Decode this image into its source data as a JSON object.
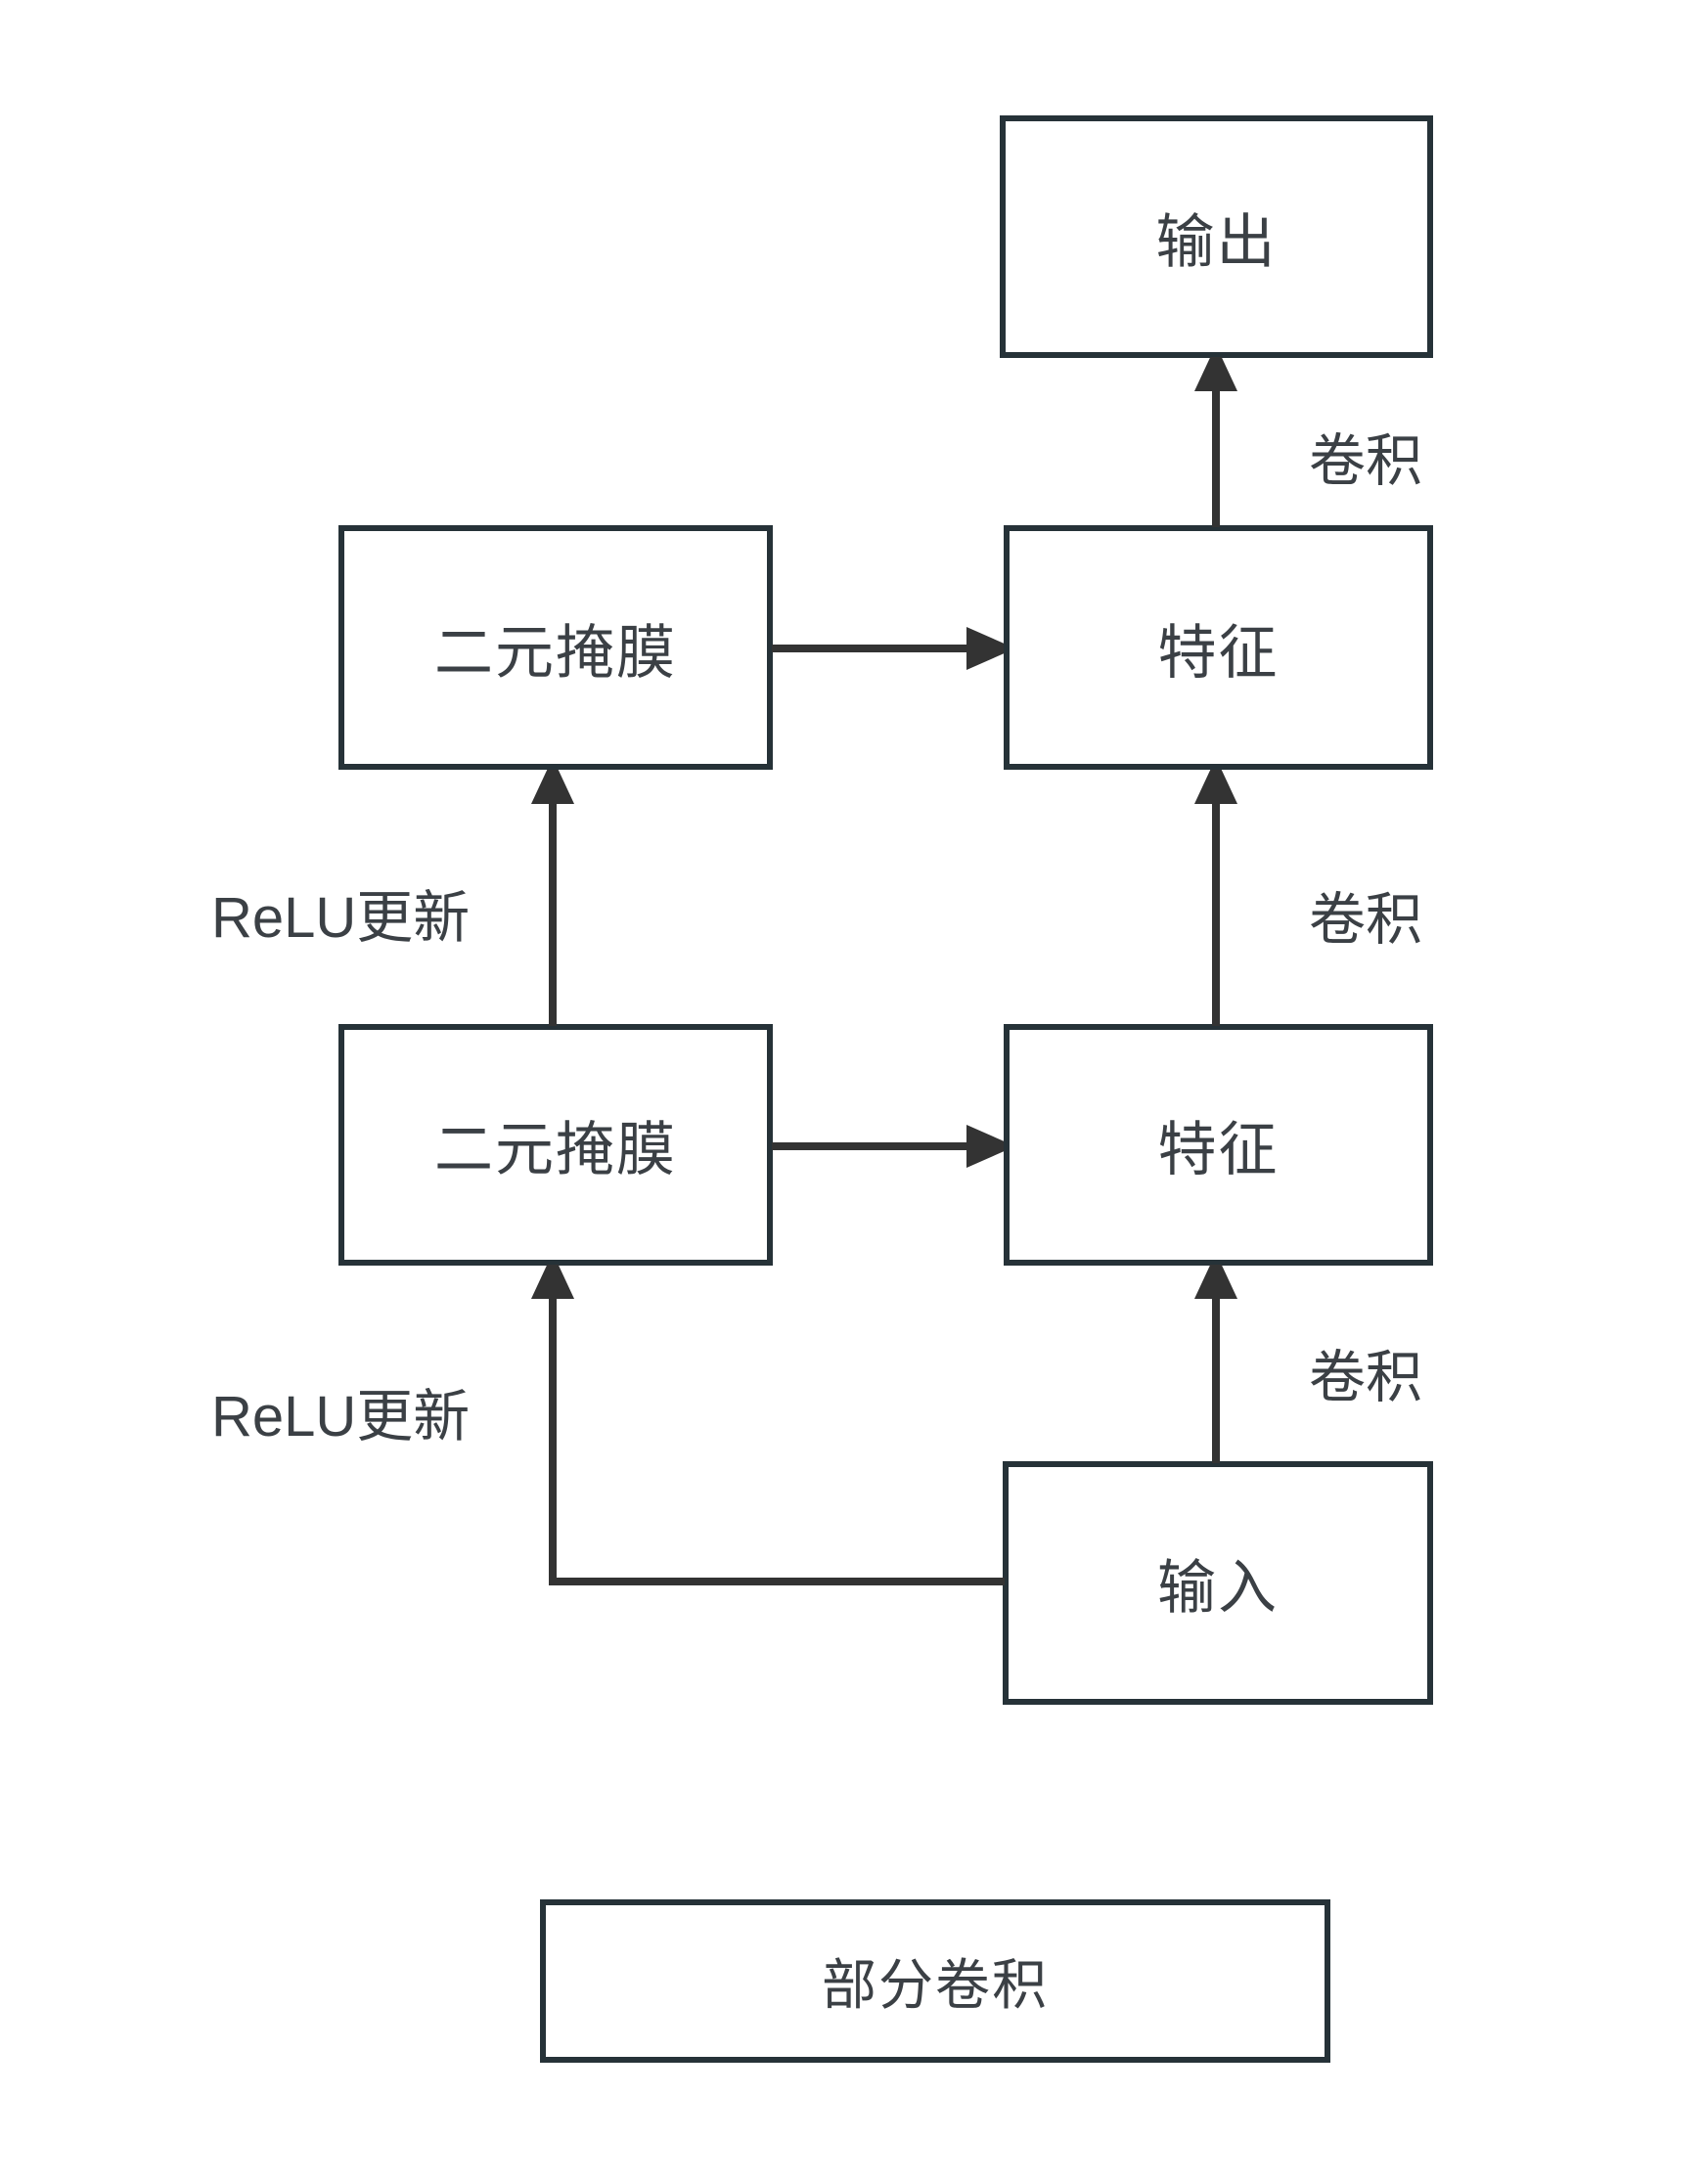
{
  "diagram": {
    "title_box": {
      "label": "部分卷积"
    },
    "nodes": {
      "output": {
        "label": "输出"
      },
      "mask2": {
        "label": "二元掩膜"
      },
      "feature2": {
        "label": "特征"
      },
      "mask1": {
        "label": "二元掩膜"
      },
      "feature1": {
        "label": "特征"
      },
      "input": {
        "label": "输入"
      }
    },
    "edge_labels": {
      "conv_top": "卷积",
      "conv_mid": "卷积",
      "conv_bottom": "卷积",
      "relu_top": "ReLU更新",
      "relu_bottom": "ReLU更新"
    },
    "colors": {
      "box_border": "#263238",
      "arrow": "#333333",
      "text": "#3b4045",
      "background": "#ffffff"
    }
  }
}
